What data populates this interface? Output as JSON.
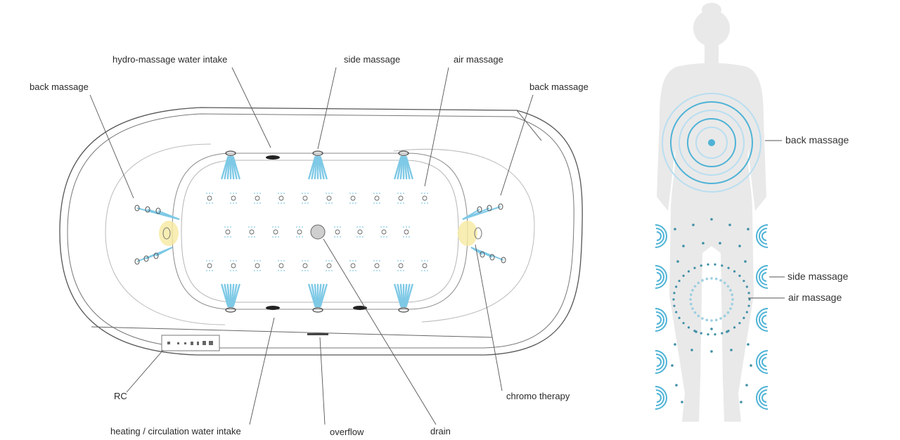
{
  "labels": {
    "hydro_massage_water_intake": "hydro-massage water intake",
    "side_massage_top": "side massage",
    "air_massage_top": "air massage",
    "back_massage_left": "back massage",
    "back_massage_right": "back massage",
    "rc": "RC",
    "heating_circulation_water_intake": "heating / circulation water intake",
    "overflow": "overflow",
    "drain": "drain",
    "chromo_therapy": "chromo therapy"
  },
  "body_figure": {
    "back_massage": "back massage",
    "side_massage": "side massage",
    "air_massage": "air massage"
  },
  "colors": {
    "jet": "#7ec9e6",
    "wave": "#4fb3d6",
    "wave_light": "#b9def0",
    "dot": "#3f8fa6",
    "chromo_glow": "#f6eaa0",
    "outline": "#555555",
    "figure": "#e9e9e9"
  }
}
